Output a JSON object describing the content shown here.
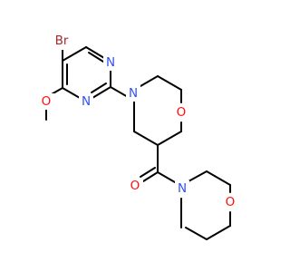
{
  "molecule": {
    "atoms": {
      "br": {
        "label": "Br",
        "color": "#a62929"
      },
      "o_methoxy": {
        "label": "O",
        "color": "#ff0d0d"
      },
      "n_pyr_top": {
        "label": "N",
        "color": "#3050f8"
      },
      "n_pyr_bottom": {
        "label": "N",
        "color": "#3050f8"
      },
      "n_morph1": {
        "label": "N",
        "color": "#3050f8"
      },
      "o_morph1": {
        "label": "O",
        "color": "#ff0d0d"
      },
      "o_carbonyl": {
        "label": "O",
        "color": "#ff0d0d"
      },
      "n_morph2": {
        "label": "N",
        "color": "#3050f8"
      },
      "o_morph2": {
        "label": "O",
        "color": "#ff0d0d"
      }
    }
  }
}
